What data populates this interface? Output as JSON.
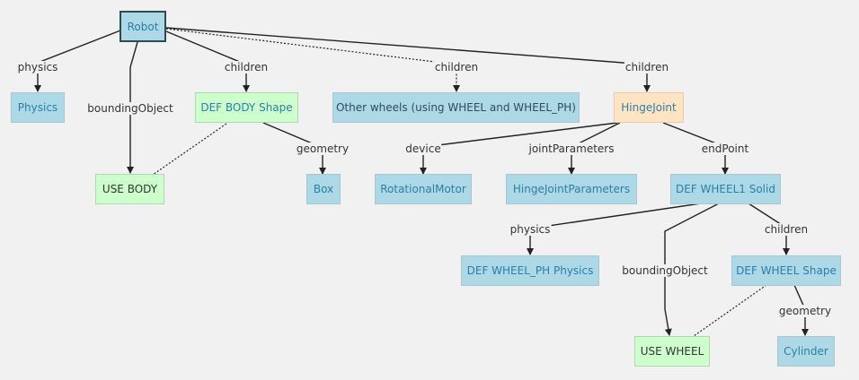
{
  "nodes": {
    "robot": "Robot",
    "physics": "Physics",
    "def_body_shape": "DEF BODY Shape",
    "other_wheels": "Other wheels (using WHEEL and WHEEL_PH)",
    "hingejoint": "HingeJoint",
    "use_body": "USE BODY",
    "box": "Box",
    "rotational_motor": "RotationalMotor",
    "hingejoint_parameters": "HingeJointParameters",
    "def_wheel1_solid": "DEF WHEEL1 Solid",
    "def_wheel_ph_physics": "DEF WHEEL_PH Physics",
    "def_wheel_shape": "DEF WHEEL Shape",
    "use_wheel": "USE WHEEL",
    "cylinder": "Cylinder"
  },
  "edges": {
    "robot_physics": "physics",
    "robot_bounding": "boundingObject",
    "robot_children_body": "children",
    "robot_children_other": "children",
    "robot_children_hinge": "children",
    "body_geometry": "geometry",
    "hinge_device": "device",
    "hinge_joint_params": "jointParameters",
    "hinge_endpoint": "endPoint",
    "wheel_physics": "physics",
    "wheel_bounding": "boundingObject",
    "wheel_children": "children",
    "wheel_geometry": "geometry"
  }
}
